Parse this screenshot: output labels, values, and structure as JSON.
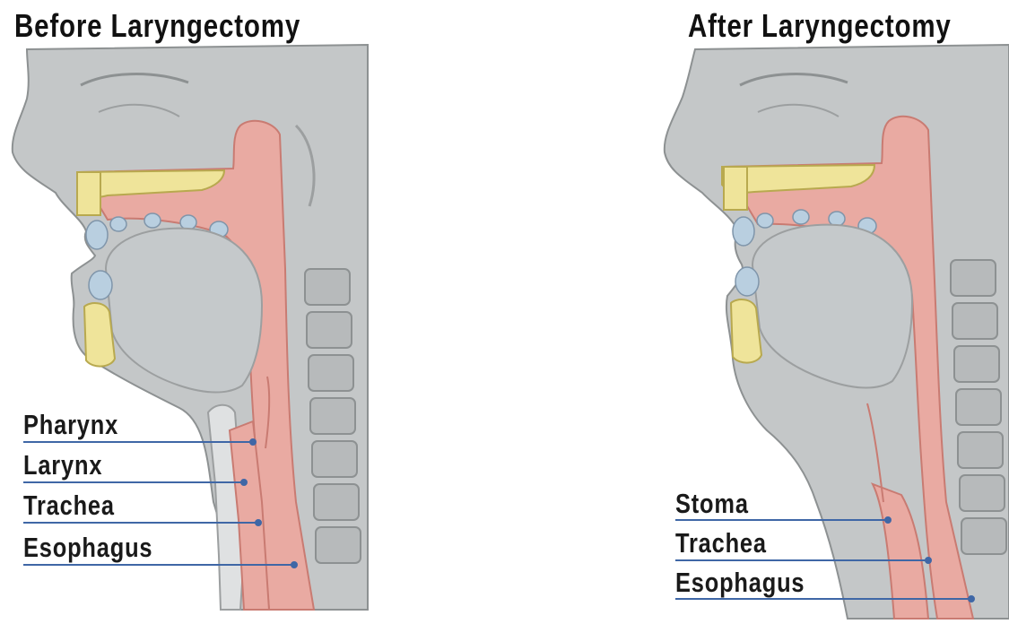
{
  "before": {
    "title": "Before Laryngectomy",
    "labels": {
      "pharynx": "Pharynx",
      "larynx": "Larynx",
      "trachea": "Trachea",
      "esophagus": "Esophagus"
    }
  },
  "after": {
    "title": "After Laryngectomy",
    "labels": {
      "stoma": "Stoma",
      "trachea": "Trachea",
      "esophagus": "Esophagus"
    }
  },
  "colors": {
    "skin": "#c4c7c8",
    "skin_dark": "#9c9fa0",
    "tissue": "#e9aaa2",
    "tissue_dark": "#c97b72",
    "bone": "#efe49a",
    "tooth": "#b9cfe0",
    "cavity": "#c5c9cb",
    "leader": "#3f67a6"
  }
}
